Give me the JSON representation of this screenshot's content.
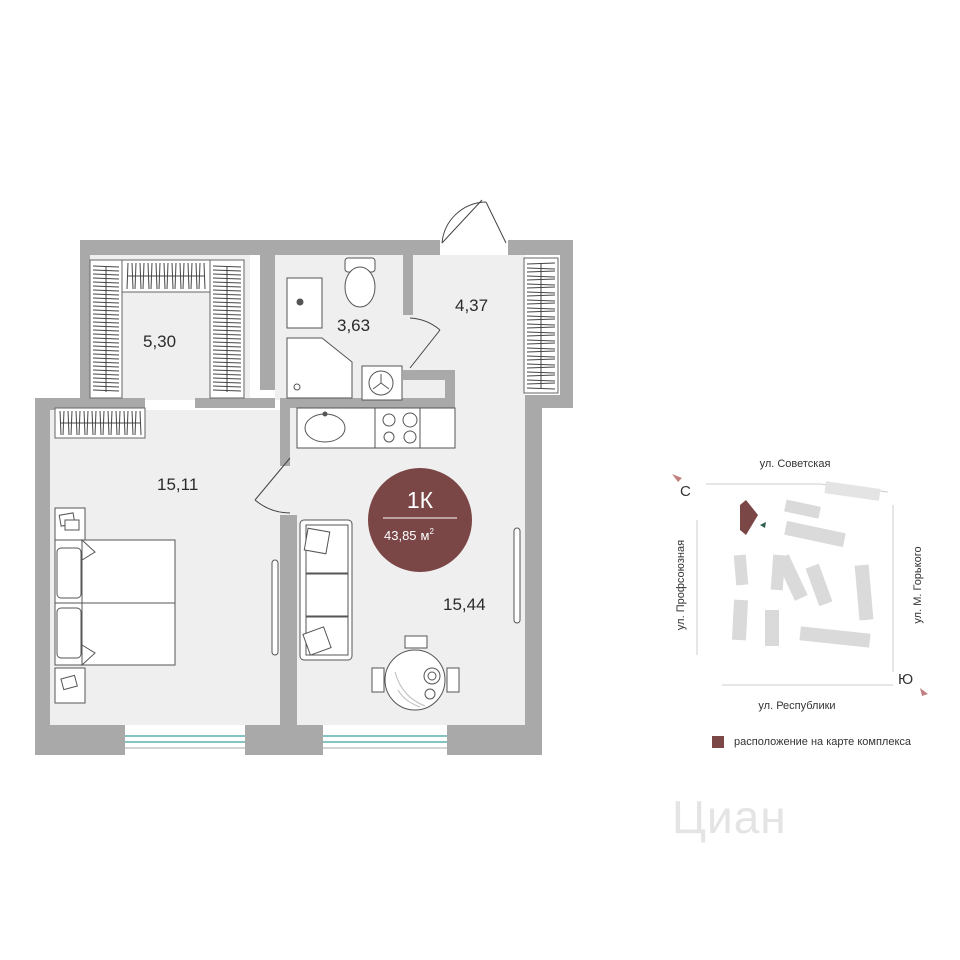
{
  "plan": {
    "rooms": [
      {
        "id": "wardrobe",
        "area": "5,30"
      },
      {
        "id": "bathroom",
        "area": "3,63"
      },
      {
        "id": "hallway",
        "area": "4,37"
      },
      {
        "id": "bedroom",
        "area": "15,11"
      },
      {
        "id": "kitchen-living",
        "area": "15,44"
      }
    ],
    "badge": {
      "type": "1К",
      "area": "43,85",
      "unit": "м",
      "unit_power": "2",
      "color": "#7a4646"
    }
  },
  "map": {
    "streets": {
      "north": "ул. Советская",
      "south": "ул. Республики",
      "west": "ул. Профсоюзная",
      "east": "ул. М. Горького"
    },
    "compass": {
      "north": "С",
      "south": "Ю"
    },
    "legend": "расположение на карте комплекса",
    "highlight_color": "#7a4646"
  },
  "watermark": "Циан",
  "colors": {
    "wall": "#a9a9a9",
    "floor": "#efefef",
    "accent": "#7a4646",
    "window": "#5fb0b0"
  }
}
